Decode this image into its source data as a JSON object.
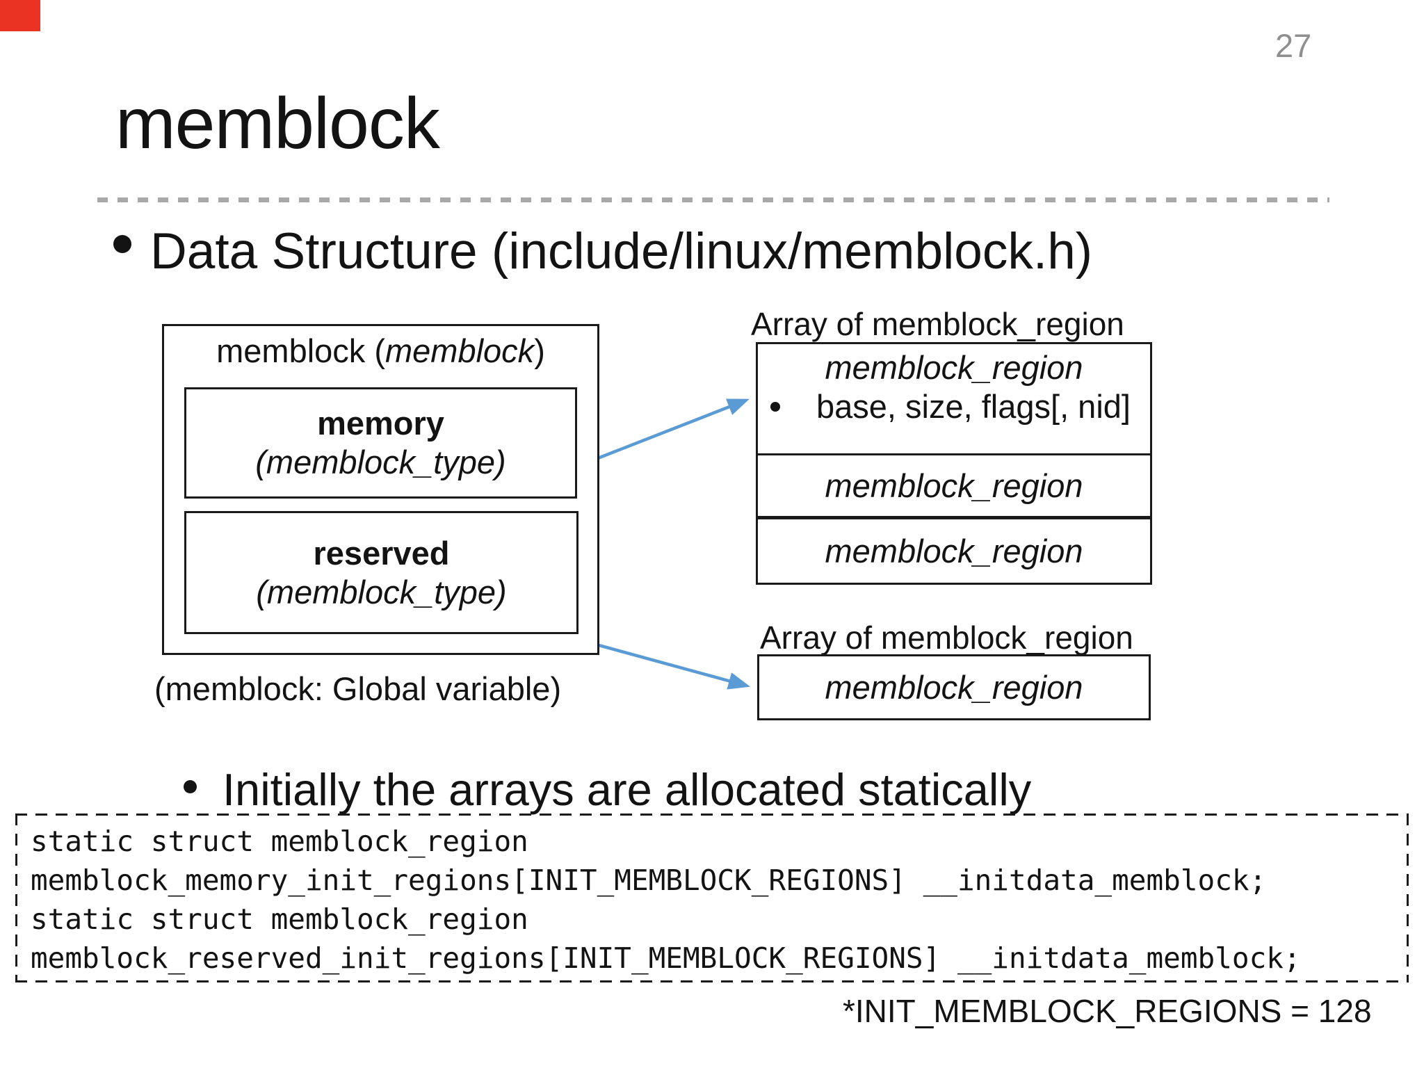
{
  "page_number": "27",
  "title": "memblock",
  "bullets": {
    "item1": "Data Structure (include/linux/memblock.h)",
    "item2": "Initially the arrays are allocated statically"
  },
  "diagram": {
    "memblock_box": {
      "title_prefix": "memblock (",
      "title_italic": "memblock",
      "title_suffix": ")",
      "memory_name": "memory",
      "memory_type": "(memblock_type)",
      "reserved_name": "reserved",
      "reserved_type": "(memblock_type)",
      "caption": "(memblock: Global variable)"
    },
    "array1": {
      "heading": "Array of memblock_region",
      "row1_title": "memblock_region",
      "row1_fields": "base, size, flags[, nid]",
      "row2": "memblock_region",
      "row3": "memblock_region"
    },
    "array2": {
      "heading": "Array of memblock_region",
      "row1": "memblock_region"
    }
  },
  "code_block": {
    "lines": [
      "static struct memblock_region",
      "memblock_memory_init_regions[INIT_MEMBLOCK_REGIONS] __initdata_memblock;",
      "static struct memblock_region",
      "memblock_reserved_init_regions[INIT_MEMBLOCK_REGIONS] __initdata_memblock;"
    ]
  },
  "footnote": "*INIT_MEMBLOCK_REGIONS = 128",
  "colors": {
    "arrow": "#5b9bd5",
    "divider_dash": "#a8a8a8",
    "page_number": "#8f8f8f",
    "text": "#131313",
    "border": "#1a1a1a",
    "corner_marker": "#ea3323"
  }
}
